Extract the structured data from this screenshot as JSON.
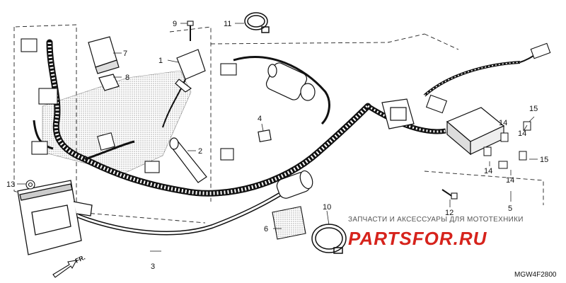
{
  "diagram": {
    "callouts": [
      {
        "id": "1",
        "label": "1"
      },
      {
        "id": "2",
        "label": "2"
      },
      {
        "id": "3",
        "label": "3"
      },
      {
        "id": "4",
        "label": "4"
      },
      {
        "id": "5",
        "label": "5"
      },
      {
        "id": "6",
        "label": "6"
      },
      {
        "id": "7",
        "label": "7"
      },
      {
        "id": "8",
        "label": "8"
      },
      {
        "id": "9",
        "label": "9"
      },
      {
        "id": "10",
        "label": "10"
      },
      {
        "id": "11",
        "label": "11"
      },
      {
        "id": "12",
        "label": "12"
      },
      {
        "id": "13",
        "label": "13"
      },
      {
        "id": "14a",
        "label": "14"
      },
      {
        "id": "14b",
        "label": "14"
      },
      {
        "id": "14c",
        "label": "14"
      },
      {
        "id": "14d",
        "label": "14"
      },
      {
        "id": "15a",
        "label": "15"
      },
      {
        "id": "15b",
        "label": "15"
      }
    ],
    "direction_label": "FR.",
    "diagram_code": "MGW4F2800"
  },
  "watermark": {
    "subtitle": "ЗАПЧАСТИ И АКСЕССУАРЫ ДЛЯ МОТОТЕХНИКИ",
    "brand": "PARTSFOR.RU",
    "brand_color": "#d6231c"
  }
}
